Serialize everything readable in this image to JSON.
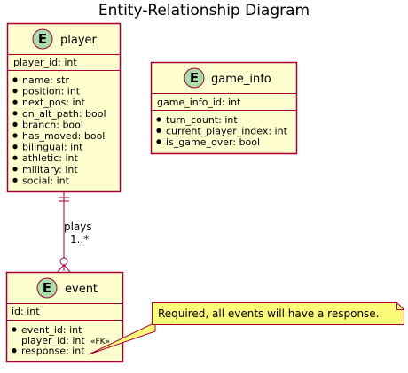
{
  "title": "Entity-Relationship Diagram",
  "colors": {
    "entity_fill": "#fefece",
    "entity_border": "#a80036",
    "badge_fill": "#ada",
    "note_fill": "#fbfb77",
    "line": "#a80036"
  },
  "entities": {
    "player": {
      "badge": "E",
      "name": "player",
      "key": "player_id: int",
      "fields": [
        "name: str",
        "position: int",
        "next_pos: int",
        "on_alt_path: bool",
        "branch: bool",
        "has_moved: bool",
        "bilingual: int",
        "athletic: int",
        "military: int",
        "social: int"
      ]
    },
    "game_info": {
      "badge": "E",
      "name": "game_info",
      "key": "game_info_id: int",
      "fields": [
        "turn_count: int",
        "current_player_index: int",
        "is_game_over: bool"
      ]
    },
    "event": {
      "badge": "E",
      "name": "event",
      "key": "id: int",
      "fields": [
        "event_id: int",
        "player_id: int",
        "response: int"
      ],
      "fk_tag": "«FK»"
    }
  },
  "relation": {
    "label": "plays",
    "cardinality": "1..*"
  },
  "note": {
    "text": "Required, all events will have a response."
  }
}
